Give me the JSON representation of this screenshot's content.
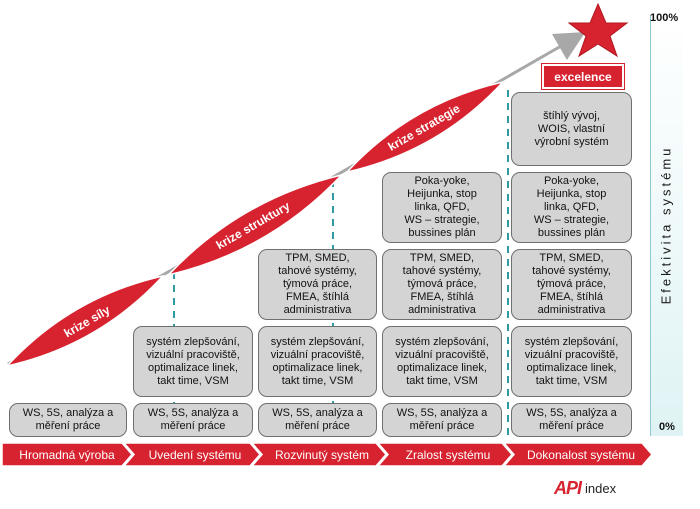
{
  "axis": {
    "title": "Efektivita systému",
    "top_label": "100%",
    "bottom_label": "0%"
  },
  "crises": [
    "krize síly",
    "krize struktury",
    "krize strategie"
  ],
  "goal": "excelence",
  "stages": [
    "Hromadná výroba",
    "Uvedení systému",
    "Rozvinutý systém",
    "Zralost systému",
    "Dokonalost systému"
  ],
  "boxes": {
    "ws": "WS, 5S, analýza a\nměření práce",
    "improvement": "systém zlepšování,\nvizuální pracoviště,\noptimalizace linek,\ntakt time, VSM",
    "tpm": "TPM, SMED,\ntahové systémy,\ntýmová práce,\nFMEA, štíhlá\nadministrativa",
    "pokayoke": "Poka-yoke,\nHeijunka, stop\nlinka, QFD,\nWS – strategie,\nbussines plán",
    "lean": "štíhlý vývoj,\nWOIS, vlastní\nvýrobní systém"
  },
  "logo": {
    "mark": "API",
    "text": "index"
  },
  "colors": {
    "accent": "#d7232f",
    "box": "#d4d4d4",
    "divider": "#2f9ba1"
  }
}
